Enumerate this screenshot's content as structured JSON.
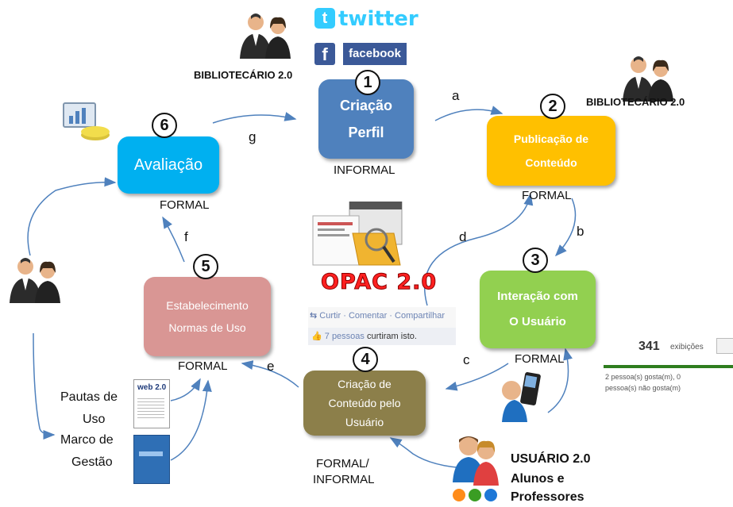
{
  "social": {
    "twitter": "twitter",
    "facebook": "facebook",
    "facebook_f": "f"
  },
  "roles": {
    "bib_top_left": "BIBLIOTECÁRIO 2.0",
    "bib_top_right": "BIBLIOTECÁRIO 2.0",
    "user": [
      "USUÁRIO 2.0",
      "Alunos e",
      "Professores"
    ]
  },
  "nodes": [
    {
      "num": "1",
      "title": [
        "Criação",
        "Perfil"
      ],
      "type": "INFORMAL",
      "color": "#4f81bd"
    },
    {
      "num": "2",
      "title": [
        "Publicação de",
        "Conteúdo"
      ],
      "type": "FORMAL",
      "color": "#ffc000"
    },
    {
      "num": "3",
      "title": [
        "Interação com",
        "O Usuário"
      ],
      "type": "FORMAL",
      "color": "#92d050"
    },
    {
      "num": "4",
      "title": [
        "Criação de",
        "Conteúdo pelo",
        "Usuário"
      ],
      "type": [
        "FORMAL/",
        "INFORMAL"
      ],
      "color": "#8c7f4a"
    },
    {
      "num": "5",
      "title": [
        "Estabelecimento",
        "Normas de Uso"
      ],
      "type": "FORMAL",
      "color": "#d99694"
    },
    {
      "num": "6",
      "title": [
        "Avaliação"
      ],
      "type": "FORMAL",
      "color": "#00b0f0"
    }
  ],
  "edges": [
    "a",
    "b",
    "c",
    "d",
    "e",
    "f",
    "g"
  ],
  "opac": "OPAC 2.0",
  "like_bar": {
    "actions": [
      "Curtir",
      "Comentar",
      "Compartilhar"
    ],
    "likes_link": "7 pessoas",
    "likes_rest": "curtiram isto."
  },
  "stats": {
    "views": "341",
    "views_label": "exibições",
    "likes_line1": "2 pessoa(s) gosta(m), 0",
    "likes_line2": "pessoa(s) não gosta(m)"
  },
  "docs": {
    "label1": [
      "Pautas de",
      "Uso"
    ],
    "label2": [
      "Marco de",
      "Gestão"
    ],
    "web": "web 2.0"
  }
}
